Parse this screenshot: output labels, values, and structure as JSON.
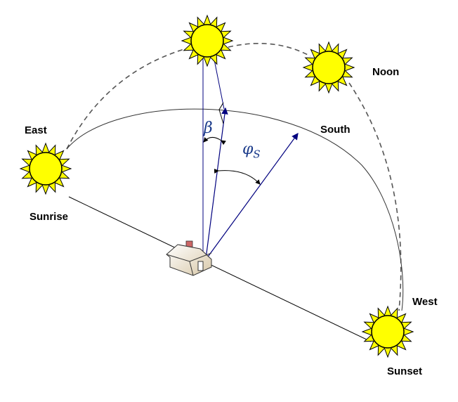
{
  "labels": {
    "east": "East",
    "sunrise": "Sunrise",
    "noon": "Noon",
    "south": "South",
    "west": "West",
    "sunset": "Sunset",
    "beta": "β",
    "phi": "φ",
    "phi_sub": "S"
  },
  "colors": {
    "sun_fill": "#ffff00",
    "sun_stroke": "#000000",
    "vector": "#00007f",
    "greek": "#1a3a8a"
  }
}
